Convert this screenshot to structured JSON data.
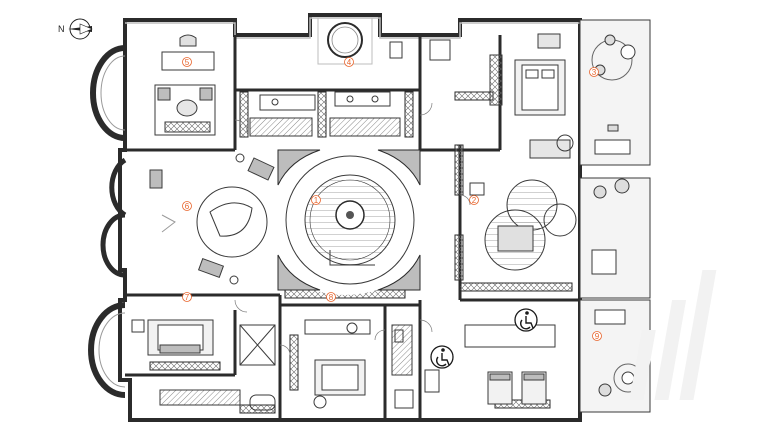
{
  "compass": {
    "label": "N",
    "icon": "north-arrow-icon"
  },
  "colors": {
    "wall": "#2b2b2b",
    "wall_fill": "#bdbdbd",
    "line": "#3a3a3a",
    "marker": "#e8642c",
    "hatch": "#9a9a9a",
    "terrace": "#f4f4f4",
    "accessible": "#1a1a1a"
  },
  "room_markers": [
    {
      "id": "marker-1",
      "label": "1"
    },
    {
      "id": "marker-2",
      "label": "2"
    },
    {
      "id": "marker-3",
      "label": "3"
    },
    {
      "id": "marker-4",
      "label": "4"
    },
    {
      "id": "marker-5",
      "label": "5"
    },
    {
      "id": "marker-6",
      "label": "6"
    },
    {
      "id": "marker-7",
      "label": "7"
    },
    {
      "id": "marker-8",
      "label": "8"
    },
    {
      "id": "marker-9",
      "label": "9"
    }
  ],
  "accessible_symbols": [
    {
      "id": "accessible-symbol-a",
      "icon": "wheelchair-icon"
    },
    {
      "id": "accessible-symbol-b",
      "icon": "wheelchair-icon"
    }
  ]
}
